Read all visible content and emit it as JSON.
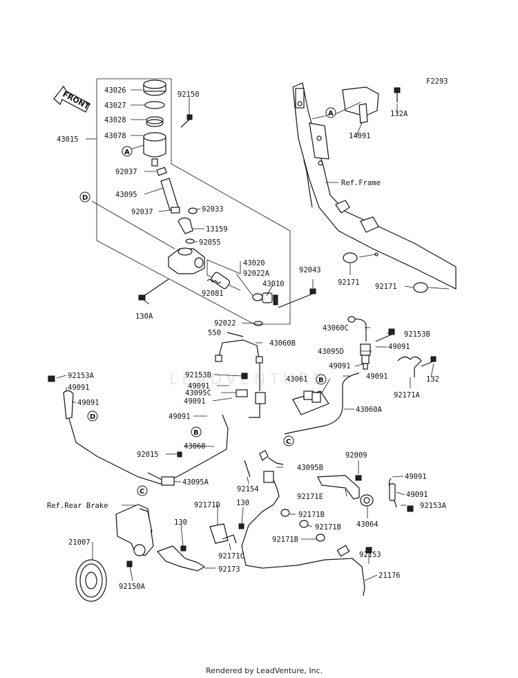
{
  "diagram_code": "F2293",
  "front_label": "FRONT",
  "watermark": "LEADVENTURE",
  "footer": "Rendered by LeadVenture, Inc.",
  "callouts": [
    "A",
    "A",
    "B",
    "B",
    "C",
    "C",
    "D",
    "D"
  ],
  "labels": {
    "p43026": "43026",
    "p43027": "43027",
    "p43028": "43028",
    "p43078": "43078",
    "p92150": "92150",
    "p43015": "43015",
    "p92037a": "92037",
    "p43095": "43095",
    "p92037b": "92037",
    "p92033": "92033",
    "p13159": "13159",
    "p92055": "92055",
    "p43020": "43020",
    "p92022A": "92022A",
    "p43010": "43010",
    "p92081": "92081",
    "p92043": "92043",
    "p130A": "130A",
    "p92022": "92022",
    "p550": "550",
    "p43060B": "43060B",
    "p132A": "132A",
    "p14091": "14091",
    "refFrame": "Ref.Frame",
    "p92171a": "92171",
    "p92171b": "92171",
    "p43060C": "43060C",
    "p92153B": "92153B",
    "p43095D": "43095D",
    "p49091a": "49091",
    "p49091b": "49091",
    "p49091c": "49091",
    "p132": "132",
    "p92171A": "92171A",
    "p43061": "43061",
    "p43060A": "43060A",
    "p92153A": "92153A",
    "p49091d": "49091",
    "p49091e": "49091",
    "p92153B2": "92153B",
    "p49091f": "49091",
    "p43095C": "43095C",
    "p49091g": "49091",
    "p49091h": "49091",
    "p43060": "43060",
    "p92015": "92015",
    "p43095A": "43095A",
    "p43095B": "43095B",
    "p92154": "92154",
    "p92009": "92009",
    "p49091i": "49091",
    "p92171E": "92171E",
    "p49091j": "49091",
    "p92153A2": "92153A",
    "p43064": "43064",
    "refRearBrake": "Ref.Rear Brake",
    "p92171D": "92171D",
    "p130a": "130",
    "p92171Ba": "92171B",
    "p92171Bb": "92171B",
    "p92171Bc": "92171B",
    "p130b": "130",
    "p21007": "21007",
    "p92171C": "92171C",
    "p92153": "92153",
    "p92173": "92173",
    "p21176": "21176",
    "p92150A": "92150A"
  }
}
